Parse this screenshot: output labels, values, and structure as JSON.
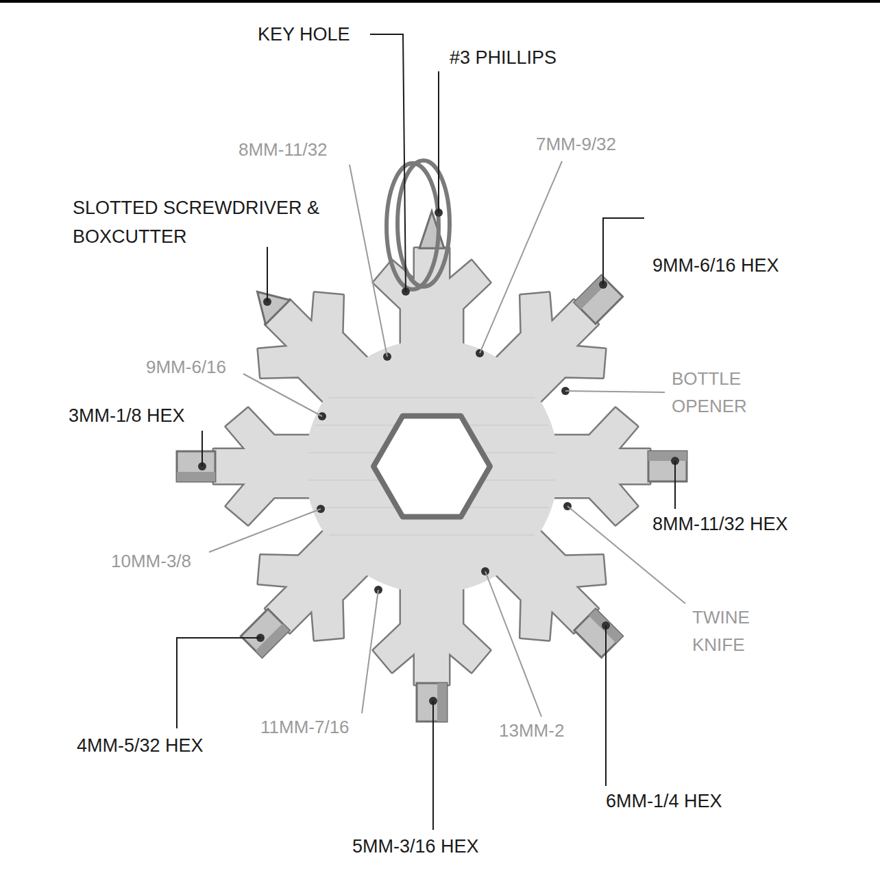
{
  "diagram": {
    "labels": [
      "KEY HOLE",
      "#3 PHILLIPS",
      "8MM-11/32",
      "7MM-9/32",
      "SLOTTED SCREWDRIVER & BOXCUTTER",
      "9MM-6/16 HEX",
      "9MM-6/16",
      "BOTTLE OPENER",
      "3MM-1/8 HEX",
      "8MM-11/32 HEX",
      "10MM-3/8",
      "TWINE KNIFE",
      "11MM-7/16",
      "13MM-2",
      "4MM-5/32 HEX",
      "6MM-1/4 HEX",
      "5MM-3/16 HEX"
    ]
  }
}
